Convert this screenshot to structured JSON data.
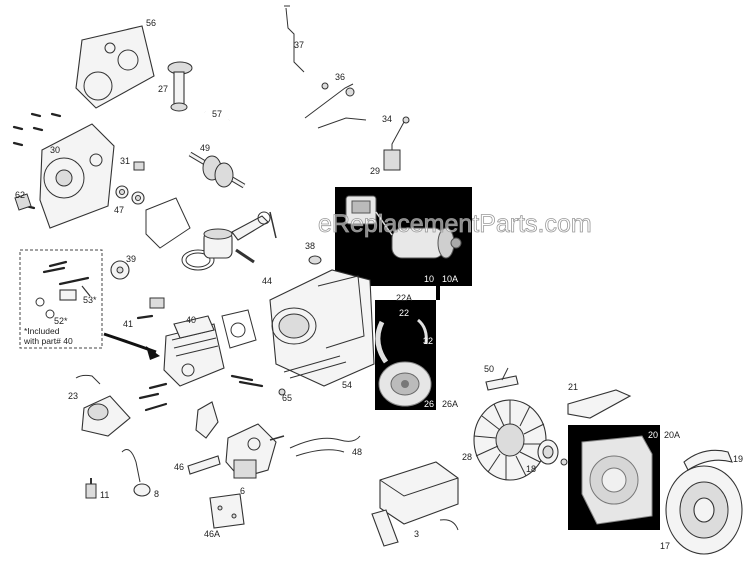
{
  "watermark": "eReplacementParts.com",
  "note": {
    "line1": "*Included",
    "line2": "with part# 40"
  },
  "colors": {
    "highlight_panel": "#000000",
    "part_outline": "#333333",
    "watermark_stroke": "#9a9a9a"
  },
  "labels": [
    {
      "id": "p56",
      "text": "56"
    },
    {
      "id": "p27",
      "text": "27"
    },
    {
      "id": "p57",
      "text": "57"
    },
    {
      "id": "p37",
      "text": "37"
    },
    {
      "id": "p36",
      "text": "36"
    },
    {
      "id": "p34",
      "text": "34"
    },
    {
      "id": "p29",
      "text": "29"
    },
    {
      "id": "p30",
      "text": "30"
    },
    {
      "id": "p31",
      "text": "31"
    },
    {
      "id": "p49",
      "text": "49"
    },
    {
      "id": "p62",
      "text": "62"
    },
    {
      "id": "p47",
      "text": "47"
    },
    {
      "id": "p38",
      "text": "38"
    },
    {
      "id": "p44",
      "text": "44"
    },
    {
      "id": "p10",
      "text": "10"
    },
    {
      "id": "p10a",
      "text": "10A"
    },
    {
      "id": "p39",
      "text": "39"
    },
    {
      "id": "p53",
      "text": "53*"
    },
    {
      "id": "p52",
      "text": "52*"
    },
    {
      "id": "p41",
      "text": "41"
    },
    {
      "id": "p40",
      "text": "40"
    },
    {
      "id": "p22a",
      "text": "22A"
    },
    {
      "id": "p22",
      "text": "22"
    },
    {
      "id": "p32",
      "text": "32"
    },
    {
      "id": "p26",
      "text": "26"
    },
    {
      "id": "p26a",
      "text": "26A"
    },
    {
      "id": "p54",
      "text": "54"
    },
    {
      "id": "p50",
      "text": "50"
    },
    {
      "id": "p21",
      "text": "21"
    },
    {
      "id": "p23",
      "text": "23"
    },
    {
      "id": "p65",
      "text": "65"
    },
    {
      "id": "p20",
      "text": "20"
    },
    {
      "id": "p20a",
      "text": "20A"
    },
    {
      "id": "p28",
      "text": "28"
    },
    {
      "id": "p18",
      "text": "18"
    },
    {
      "id": "p19",
      "text": "19"
    },
    {
      "id": "p46",
      "text": "46"
    },
    {
      "id": "p48",
      "text": "48"
    },
    {
      "id": "p6",
      "text": "6"
    },
    {
      "id": "p11",
      "text": "11"
    },
    {
      "id": "p8",
      "text": "8"
    },
    {
      "id": "p46a",
      "text": "46A"
    },
    {
      "id": "p3",
      "text": "3"
    },
    {
      "id": "p17",
      "text": "17"
    }
  ]
}
